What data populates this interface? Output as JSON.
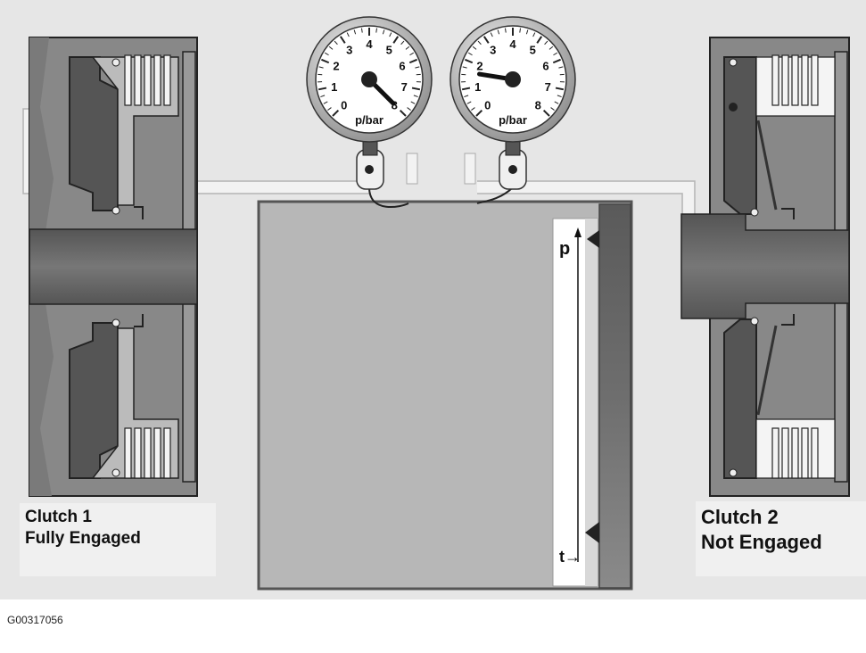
{
  "clutch1": {
    "name": "Clutch 1",
    "state": "Fully Engaged"
  },
  "clutch2": {
    "name": "Clutch 2",
    "state": "Not Engaged"
  },
  "gauge_left": {
    "ticks": [
      "0",
      "1",
      "2",
      "3",
      "4",
      "5",
      "6",
      "7",
      "8"
    ],
    "unit": "p/bar",
    "needle_value": 8
  },
  "gauge_right": {
    "ticks": [
      "0",
      "1",
      "2",
      "3",
      "4",
      "5",
      "6",
      "7",
      "8"
    ],
    "unit": "p/bar",
    "needle_value": 1.6
  },
  "graph": {
    "y_label": "p",
    "x_label": "t→"
  },
  "figure_id": "G00317056"
}
